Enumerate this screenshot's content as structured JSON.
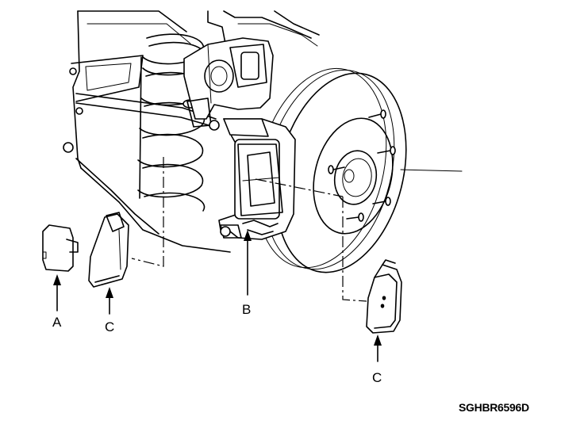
{
  "labels": {
    "a": "A",
    "b": "B",
    "c_left": "C",
    "c_right": "C"
  },
  "figure_code": "SGHBR6596D"
}
